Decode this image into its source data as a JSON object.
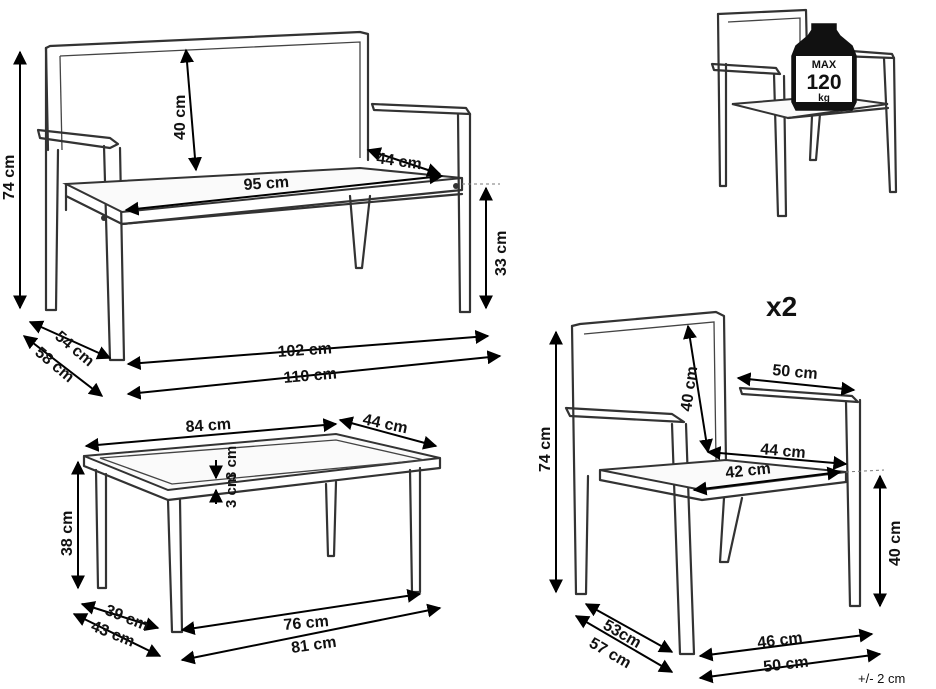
{
  "bench": {
    "backrest_height": "40 cm",
    "seat_width": "95 cm",
    "seat_depth": "44 cm",
    "total_height": "74 cm",
    "seat_height": "33 cm",
    "depth_inner": "54 cm",
    "depth_outer": "58 cm",
    "width_inner": "102 cm",
    "width_outer": "110 cm"
  },
  "weight_badge": {
    "line1": "MAX",
    "line2": "120",
    "line3": "kg"
  },
  "quantity": "x2",
  "chair": {
    "backrest_height": "40 cm",
    "seat_depth_top": "50 cm",
    "seat_depth": "44 cm",
    "seat_width": "42 cm",
    "total_height": "74 cm",
    "seat_height": "40 cm",
    "depth_inner": "53cm",
    "depth_outer": "57 cm",
    "width_inner": "46 cm",
    "width_outer": "50 cm"
  },
  "table": {
    "length_top": "84 cm",
    "depth_top": "44 cm",
    "top_thickness_a": "3 cm",
    "top_thickness_b": "3 cm",
    "height": "38 cm",
    "depth_inner": "39 cm",
    "depth_outer": "43 cm",
    "length_inner": "76 cm",
    "length_outer": "81 cm"
  },
  "tolerance": "+/- 2 cm",
  "colors": {
    "line": "#333333",
    "dimension": "#000000",
    "badge": "#111111"
  }
}
